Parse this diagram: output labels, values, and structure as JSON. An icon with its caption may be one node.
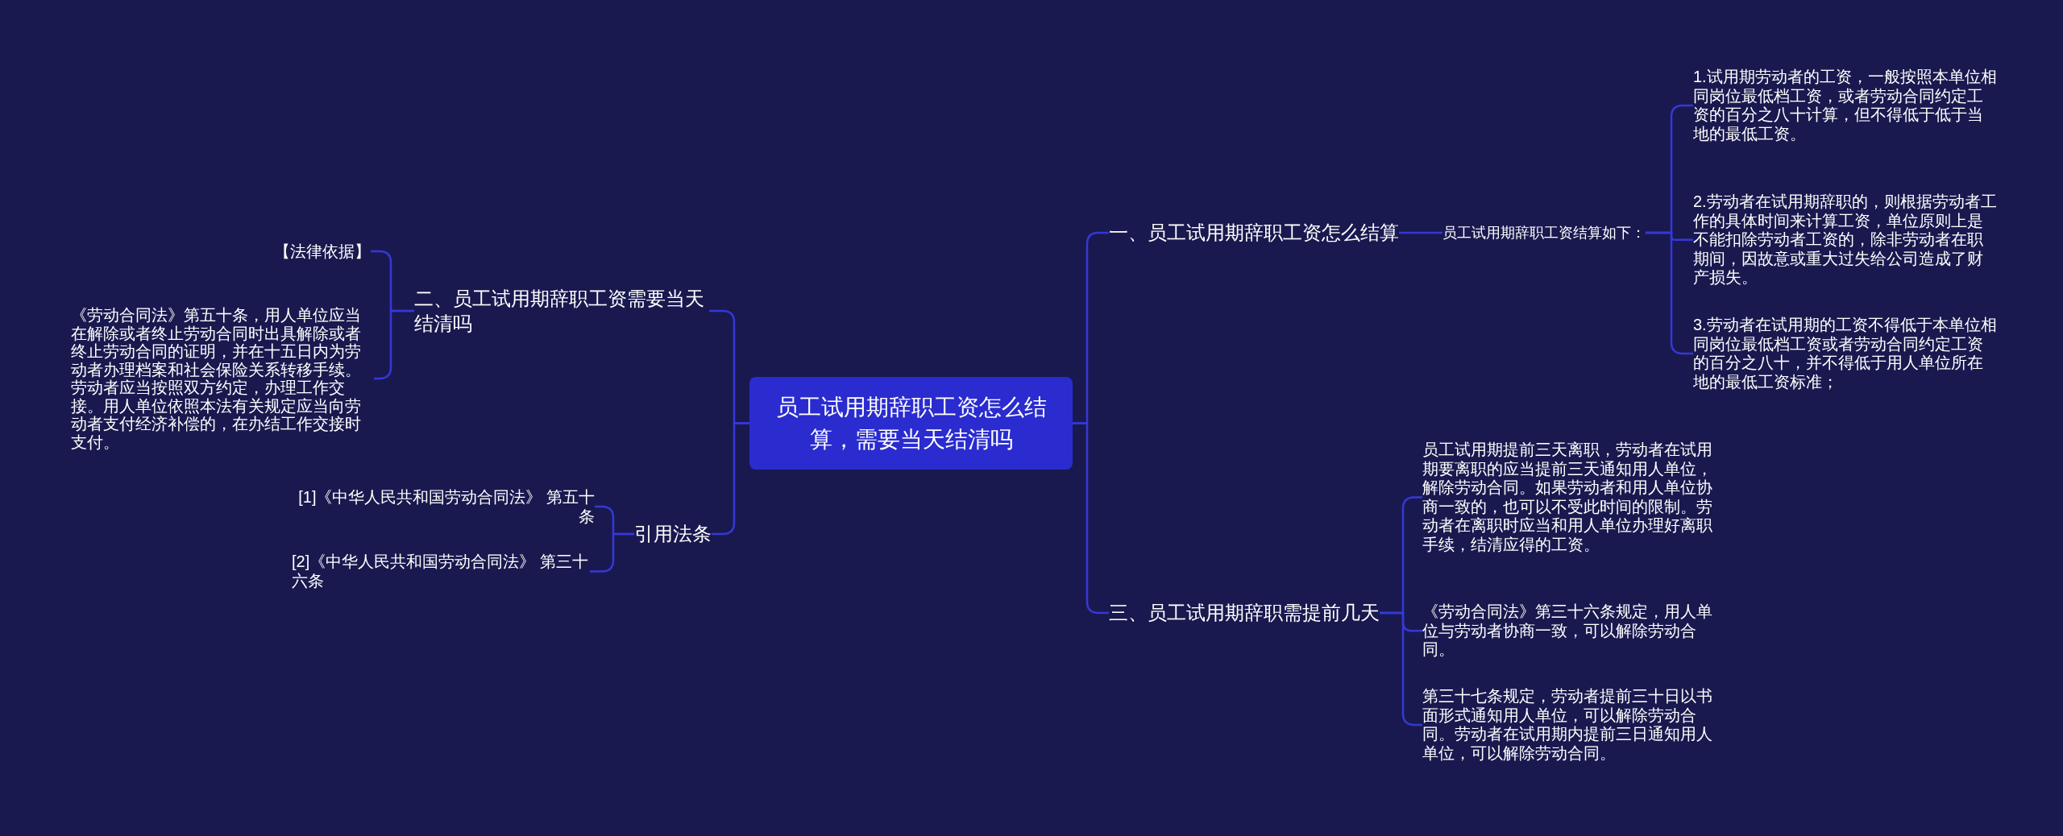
{
  "diagram": {
    "nodes": [
      {
        "text": [
          "员工试用期辞职工资怎么结算，需要当天结清吗"
        ]
      },
      {
        "text": [
          "一、员工试用期辞职工资怎么结算"
        ]
      },
      {
        "text": [
          "员工试用期辞职工资结算如下："
        ]
      },
      {
        "text": [
          "1.试用期劳动者的工资，一般按照本单位相同岗位最低档工资，或者劳动合同约定工资的百分之八十计算，但不得低于低于当地的最低工资。"
        ]
      },
      {
        "text": [
          "2.劳动者在试用期辞职的，则根据劳动者工作的具体时间来计算工资，单位原则上是不能扣除劳动者工资的，除非劳动者在职期间，因故意或重大过失给公司造成了财产损失。"
        ]
      },
      {
        "text": [
          "3.劳动者在试用期的工资不得低于本单位相同岗位最低档工资或者劳动合同约定工资的百分之八十，并不得低于用人单位所在地的最低工资标准；"
        ]
      },
      {
        "text": [
          "三、员工试用期辞职需提前几天"
        ]
      },
      {
        "text": [
          "员工试用期提前三天离职，劳动者在试用期要离职的应当提前三天通知用人单位，解除劳动合同。如果劳动者和用人单位协商一致的，也可以不受此时间的限制。劳动者在离职时应当和用人单位办理好离职手续，结清应得的工资。"
        ]
      },
      {
        "text": [
          "《劳动合同法》第三十六条规定，用人单位与劳动者协商一致，可以解除劳动合同。"
        ]
      },
      {
        "text": [
          "第三十七条规定，劳动者提前三十日以书面形式通知用人单位，可以解除劳动合同。劳动者在试用期内提前三日通知用人单位，可以解除劳动合同。"
        ]
      },
      {
        "text": [
          "二、员工试用期辞职工资需要当天结清吗"
        ]
      },
      {
        "text": [
          "【法律依据】"
        ]
      },
      {
        "text": [
          "《劳动合同法》第五十条，用人单位应当在解除或者终止劳动合同时出具解除或者终止劳动合同的证明，并在十五日内为劳动者办理档案和社会保险关系转移手续。劳动者应当按照双方约定，办理工作交接。用人单位依照本法有关规定应当向劳动者支付经济补偿的，在办结工作交接时支付。"
        ]
      },
      {
        "text": [
          "引用法条"
        ]
      },
      {
        "text": [
          "[1]《中华人民共和国劳动合同法》 第五十条"
        ]
      },
      {
        "text": [
          "[2]《中华人民共和国劳动合同法》 第三十六条"
        ]
      }
    ],
    "edges": [
      {
        "from": 0,
        "to": 1,
        "arrow": "none"
      },
      {
        "from": 1,
        "to": 2,
        "arrow": "none"
      },
      {
        "from": 2,
        "to": 3,
        "arrow": "none"
      },
      {
        "from": 2,
        "to": 4,
        "arrow": "none"
      },
      {
        "from": 2,
        "to": 5,
        "arrow": "none"
      },
      {
        "from": 0,
        "to": 6,
        "arrow": "none"
      },
      {
        "from": 6,
        "to": 7,
        "arrow": "none"
      },
      {
        "from": 6,
        "to": 8,
        "arrow": "none"
      },
      {
        "from": 6,
        "to": 9,
        "arrow": "none"
      },
      {
        "from": 0,
        "to": 10,
        "arrow": "none"
      },
      {
        "from": 10,
        "to": 11,
        "arrow": "none"
      },
      {
        "from": 10,
        "to": 12,
        "arrow": "none"
      },
      {
        "from": 0,
        "to": 13,
        "arrow": "none"
      },
      {
        "from": 13,
        "to": 14,
        "arrow": "none"
      },
      {
        "from": 13,
        "to": 15,
        "arrow": "none"
      }
    ]
  }
}
